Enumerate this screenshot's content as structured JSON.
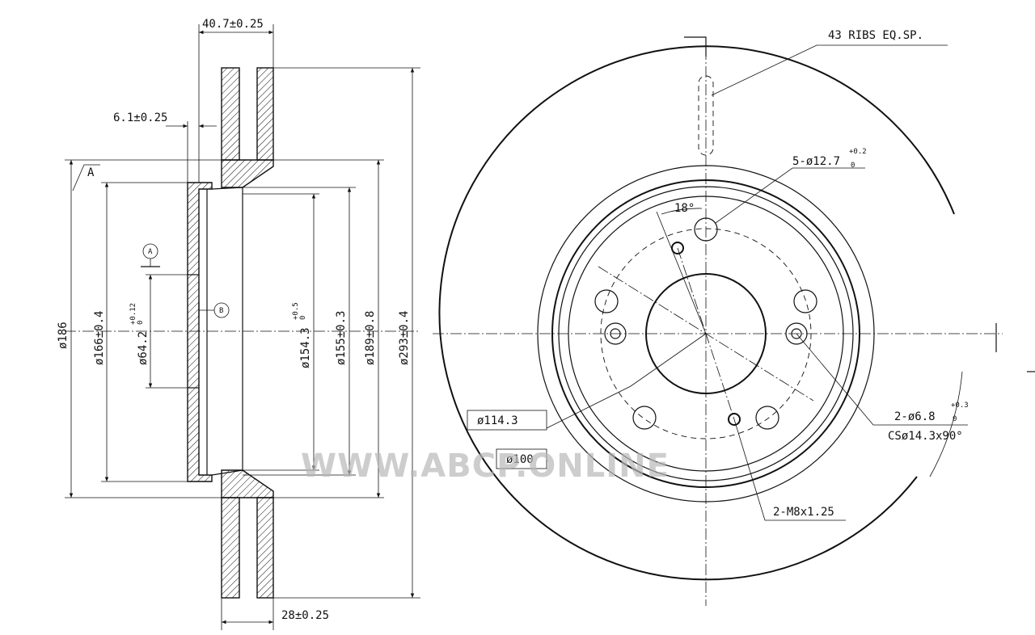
{
  "dimensions": {
    "total_width": "40.7±0.25",
    "flange_thickness": "6.1±0.25",
    "disc_thickness": "28±0.25",
    "d186": "ø186",
    "d166": "ø166±0.4",
    "d64_2": "ø64.2",
    "d64_2_tol_upper": "+0.12",
    "d64_2_tol_lower": "0",
    "d154_3": "ø154.3",
    "d154_3_tol_upper": "+0.5",
    "d154_3_tol_lower": "0",
    "d155": "ø155±0.3",
    "d189": "ø189±0.8",
    "d293": "ø293±0.4"
  },
  "datums": {
    "a": "A",
    "b": "B",
    "surface_mark": "A"
  },
  "front_view": {
    "ribs": "43 RIBS EQ.SP.",
    "holes": "5-ø12.7",
    "holes_tol_upper": "+0.2",
    "holes_tol_lower": "0",
    "angle": "18°",
    "pcd": "ø114.3",
    "pilot_box": "ø100",
    "pin_holes": "2-ø6.8",
    "pin_holes_tol_upper": "+0.3",
    "pin_holes_tol_lower": "0",
    "countersink": "CSø14.3x90°",
    "threads": "2-M8x1.25"
  },
  "watermark": "WWW.ABCP.ONLINE"
}
